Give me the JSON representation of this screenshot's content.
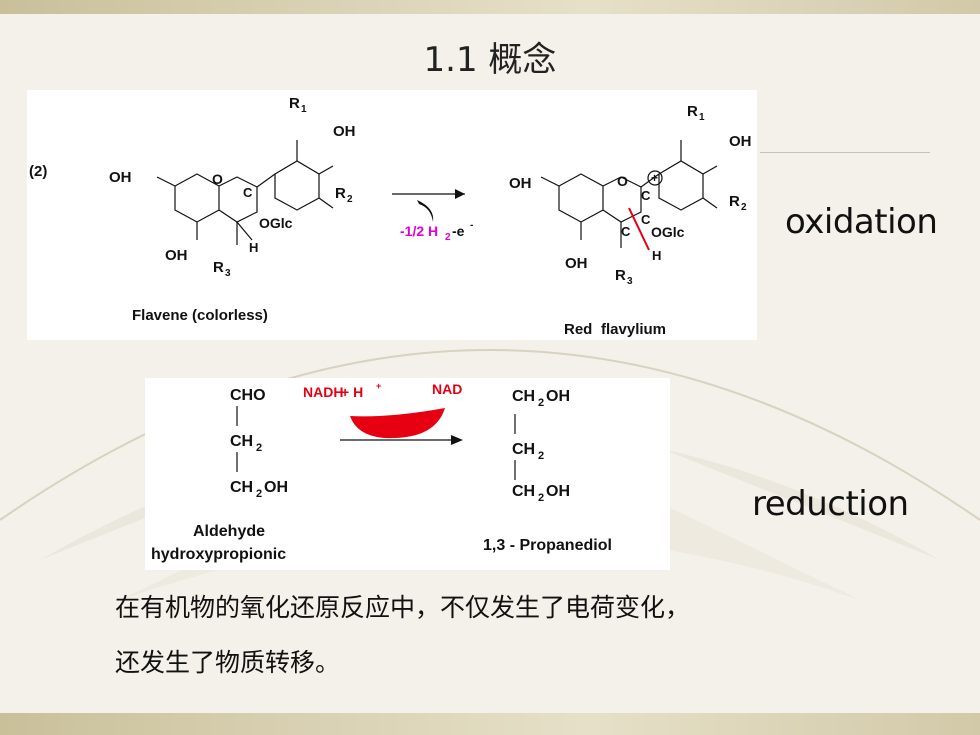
{
  "slide": {
    "title": "1.1 概念",
    "oxidation_label": "oxidation",
    "reduction_label": "reduction",
    "text_line1": "在有机物的氧化还原反应中，不仅发生了电荷变化，",
    "text_line2": "还发生了物质转移。"
  },
  "oxidation_scheme": {
    "number": "(2)",
    "left_name": "Flavene (colorless)",
    "right_name_a": "Red",
    "right_name_b": "flavylium",
    "arrow_label_a": "-1/2 H",
    "arrow_label_sub": "2",
    "arrow_label_b": "-e",
    "arrow_label_sup": "-",
    "oh": "OH",
    "o": "O",
    "c": "C",
    "h": "H",
    "oglc": "OGlc",
    "r1": "R",
    "r1_sub": "1",
    "r2": "R",
    "r2_sub": "2",
    "r3": "R",
    "r3_sub": "3",
    "plus": "+"
  },
  "reduction_scheme": {
    "reactant": [
      "CHO",
      "CH",
      "CH"
    ],
    "reactant_suffix": [
      "",
      "2",
      "2"
    ],
    "reactant_tail": [
      "",
      "",
      "OH"
    ],
    "product": [
      "CH",
      "CH",
      "CH"
    ],
    "product_sub": [
      "2",
      "2",
      "2"
    ],
    "product_tail": [
      "OH",
      "",
      "OH"
    ],
    "reagent_left": "NADH",
    "reagent_plus": "+ H",
    "reagent_sup": "+",
    "reagent_right": "NAD",
    "reactant_name_1": "Aldehyde",
    "reactant_name_2": "hydroxypropionic",
    "product_name": "1,3 - Propanediol"
  },
  "colors": {
    "accent_red": "#e60012",
    "magenta": "#e000d0",
    "bar": "#d8d0b0"
  }
}
